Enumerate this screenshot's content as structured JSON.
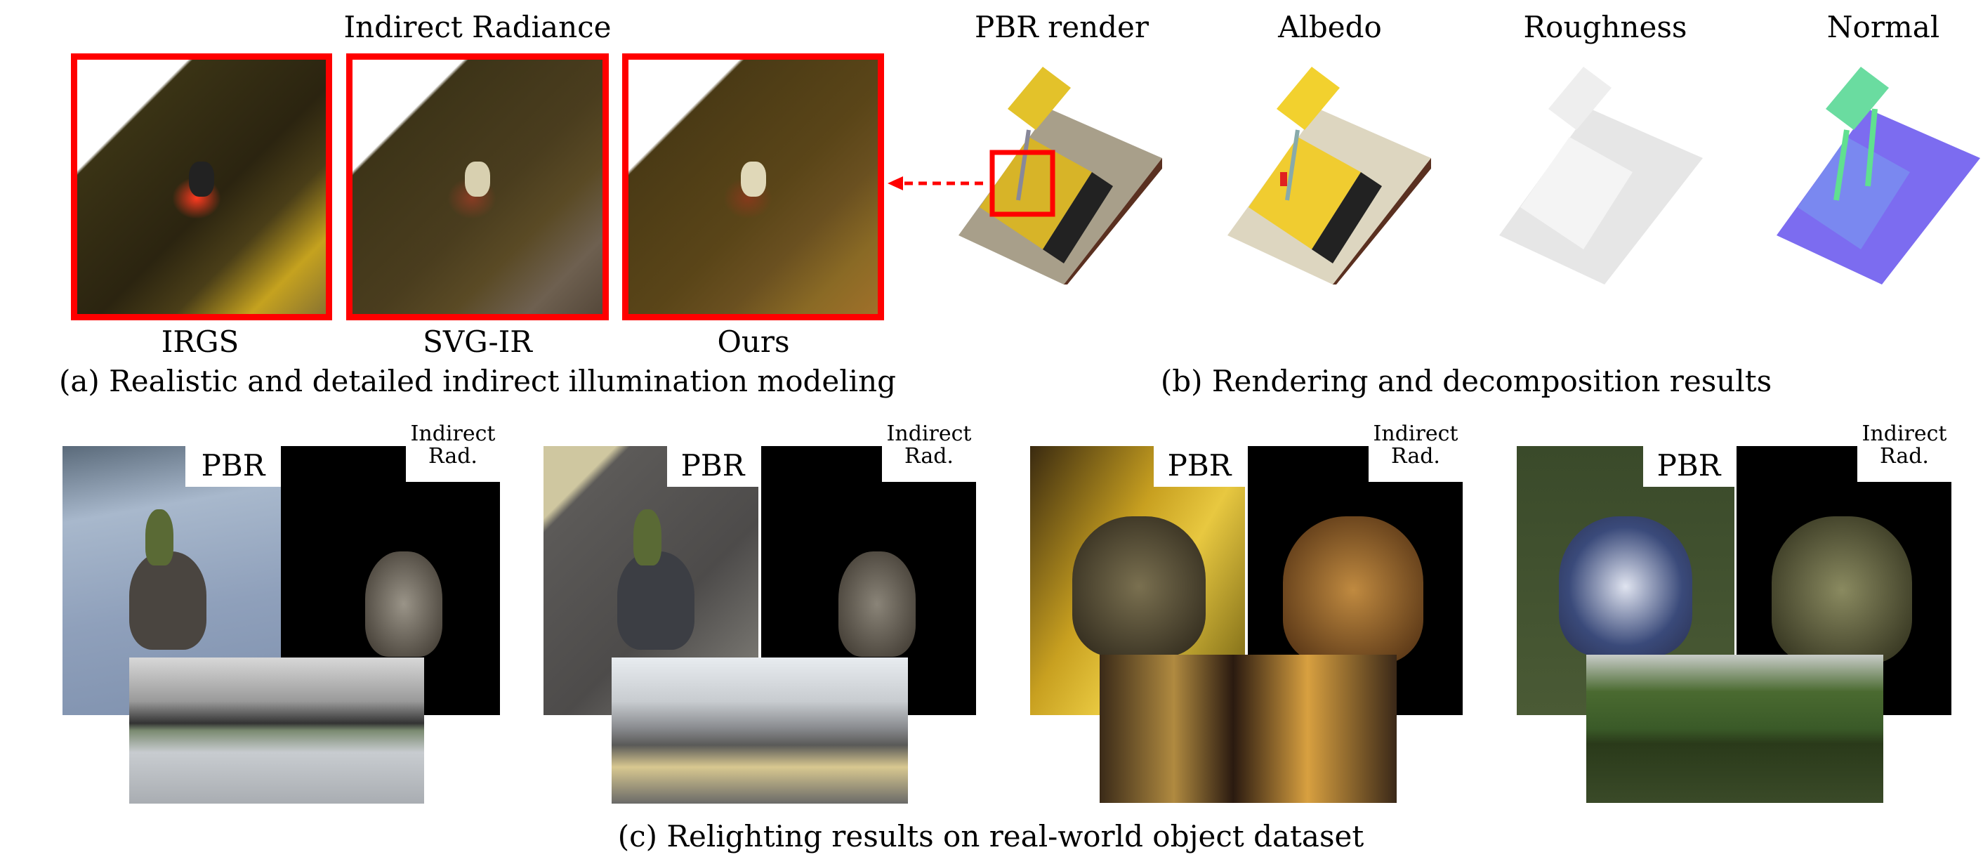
{
  "panel_a": {
    "title": "Indirect Radiance",
    "methods": [
      "IRGS",
      "SVG-IR",
      "Ours"
    ],
    "caption": "(a) Realistic and detailed indirect illumination modeling"
  },
  "panel_b": {
    "columns": [
      "PBR render",
      "Albedo",
      "Roughness",
      "Normal"
    ],
    "caption": "(b) Rendering and decomposition results"
  },
  "panel_c": {
    "pbr_label": "PBR",
    "indirect_label_line1": "Indirect",
    "indirect_label_line2": "Rad.",
    "caption": "(c) Relighting results on real-world object dataset"
  },
  "colors": {
    "highlight": "#ff0000"
  }
}
